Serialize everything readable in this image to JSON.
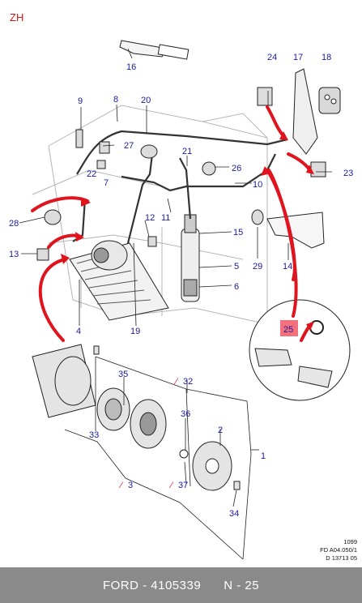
{
  "region_code": "ZH",
  "callouts": {
    "c1": "1",
    "c2": "2",
    "c3": "3",
    "c4": "4",
    "c5": "5",
    "c6": "6",
    "c7": "7",
    "c8": "8",
    "c9": "9",
    "c10": "10",
    "c11": "11",
    "c12": "12",
    "c13": "13",
    "c14": "14",
    "c15": "15",
    "c16": "16",
    "c17": "17",
    "c18": "18",
    "c19": "19",
    "c20": "20",
    "c21": "21",
    "c22": "22",
    "c23": "23",
    "c24": "24",
    "c25": "25",
    "c26": "26",
    "c27": "27",
    "c28": "28",
    "c29": "29",
    "c32": "32",
    "c33": "33",
    "c34": "34",
    "c35": "35",
    "c36": "36",
    "c37": "37"
  },
  "ref_code": {
    "line1": "1099",
    "line2": "FD A04.050/1",
    "line3": "D 13713 05"
  },
  "footer": {
    "brand": "FORD",
    "part_number": "4105339",
    "page": "N - 25"
  },
  "colors": {
    "callout_text": "#1a1a9c",
    "highlight_box": "#f46f7c",
    "arrow_red": "#e0141e",
    "footer_bg": "#8a8a8a"
  }
}
